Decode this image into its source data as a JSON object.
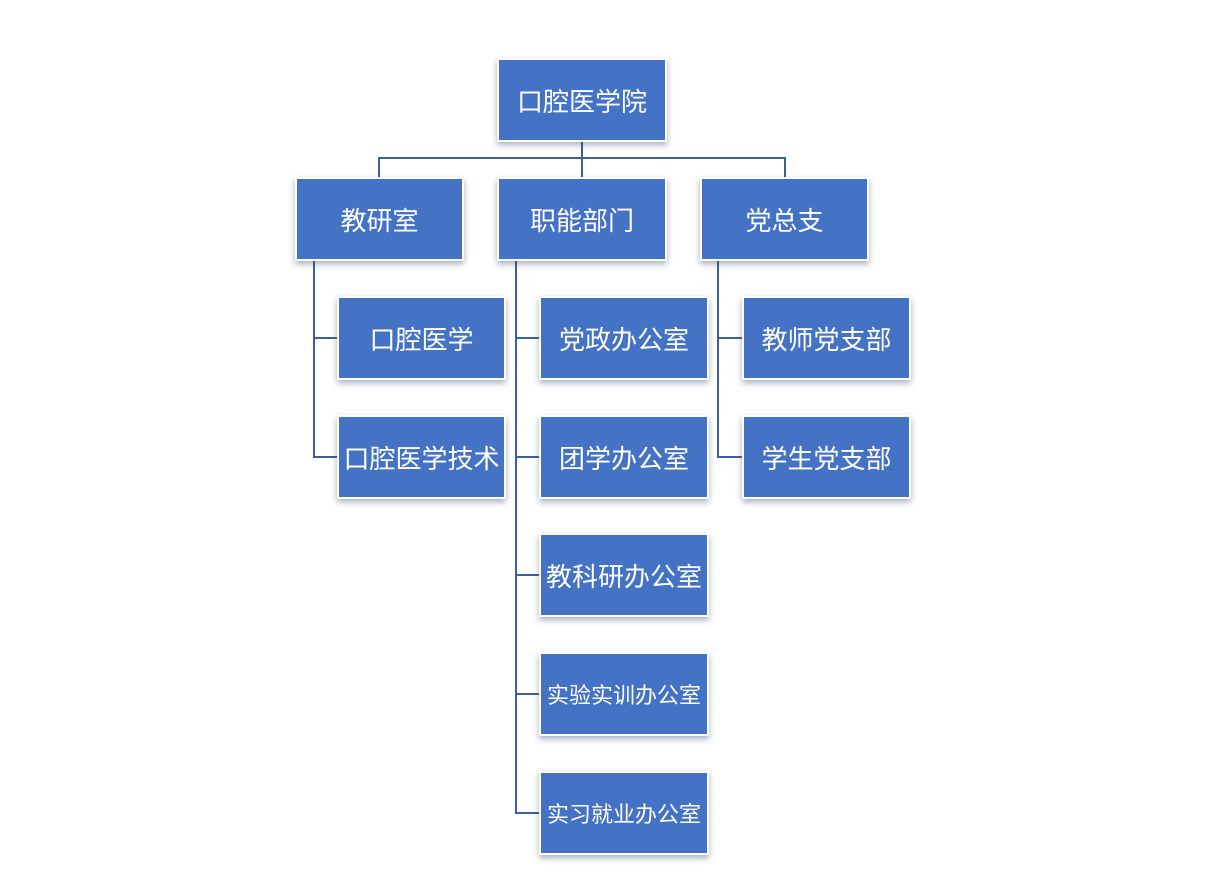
{
  "org_chart": {
    "root": "口腔医学院",
    "branches": [
      {
        "label": "教研室",
        "children": [
          "口腔医学",
          "口腔医学技术"
        ]
      },
      {
        "label": "职能部门",
        "children": [
          "党政办公室",
          "团学办公室",
          "教科研办公室",
          "实验实训办公室",
          "实习就业办公室"
        ]
      },
      {
        "label": "党总支",
        "children": [
          "教师党支部",
          "学生党支部"
        ]
      }
    ]
  },
  "colors": {
    "node_fill": "#4472c4",
    "node_border": "#ffffff",
    "connector": "#3a5f9e",
    "text": "#ffffff"
  }
}
